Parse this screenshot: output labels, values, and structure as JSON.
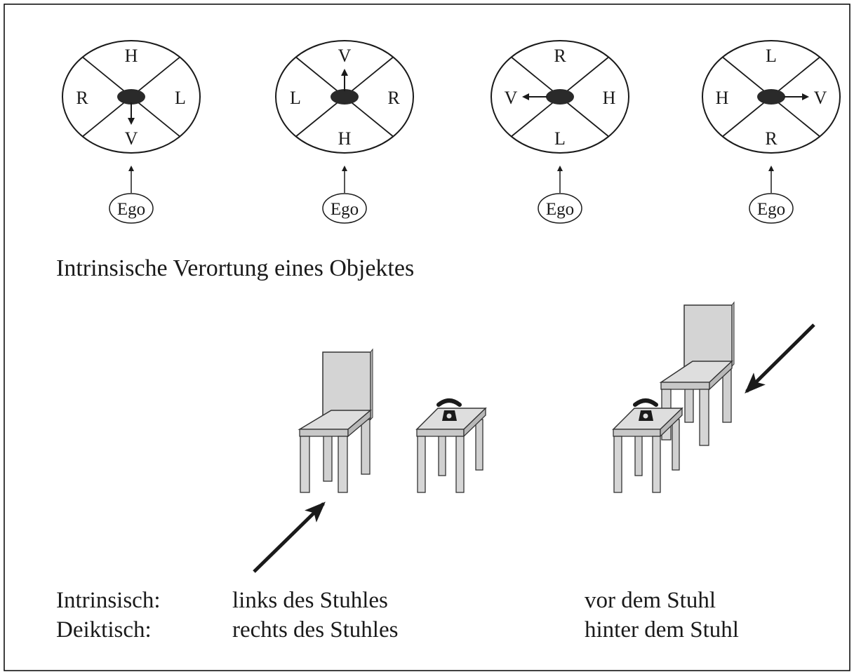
{
  "orientation_diagrams": [
    {
      "top": "H",
      "left": "R",
      "right": "L",
      "bottom": "V",
      "arrow": "down",
      "ego": "Ego"
    },
    {
      "top": "V",
      "left": "L",
      "right": "R",
      "bottom": "H",
      "arrow": "up",
      "ego": "Ego"
    },
    {
      "top": "R",
      "left": "V",
      "right": "H",
      "bottom": "L",
      "arrow": "left",
      "ego": "Ego"
    },
    {
      "top": "L",
      "left": "H",
      "right": "V",
      "bottom": "R",
      "arrow": "right",
      "ego": "Ego"
    }
  ],
  "heading": "Intrinsische Verortung eines Objektes",
  "labels": {
    "intrinsic": "Intrinsisch:",
    "deictic": "Deiktisch:"
  },
  "scenes": [
    {
      "intrinsic": "links des Stuhles",
      "deictic": "rechts des Stuhles"
    },
    {
      "intrinsic": "vor dem Stuhl",
      "deictic": "hinter dem Stuhl"
    }
  ],
  "colors": {
    "ink": "#1a1a1a",
    "object_fill": "#2a2a2a",
    "furniture_fill": "#d9d9d9",
    "furniture_top": "#e6e6e6",
    "furniture_side": "#c4c4c4",
    "frame": "#000000"
  }
}
